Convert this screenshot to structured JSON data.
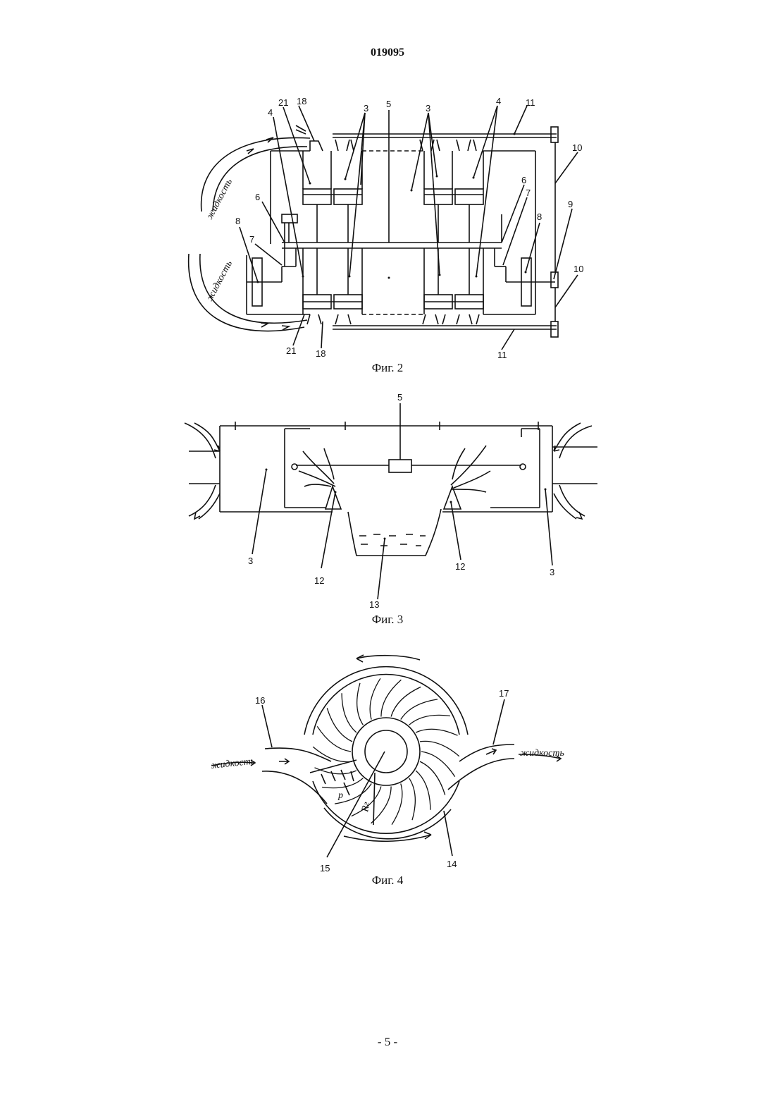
{
  "header": {
    "patent_number": "019095"
  },
  "figure2": {
    "caption": "Фиг. 2",
    "labels": {
      "l21_top": "21",
      "l18_top": "18",
      "l4_left": "4",
      "l3_a": "3",
      "l5": "5",
      "l3_b": "3",
      "l4_right": "4",
      "l11_top": "11",
      "l10_top": "10",
      "l6_right": "6",
      "l7_right": "7",
      "l9": "9",
      "l8_right": "8",
      "l10_bottom": "10",
      "l6_left": "6",
      "l7_left": "7",
      "l8_left": "8",
      "l21_bottom": "21",
      "l18_bottom": "18",
      "l11_bottom": "11"
    },
    "flow_label_upper": "жидкость",
    "flow_label_lower": "жидкость"
  },
  "figure3": {
    "caption": "Фиг. 3",
    "labels": {
      "l5": "5",
      "l3_left": "3",
      "l12_left": "12",
      "l13": "13",
      "l12_right": "12",
      "l3_right": "3"
    }
  },
  "figure4": {
    "caption": "Фиг. 4",
    "labels": {
      "l16": "16",
      "l17": "17",
      "l15": "15",
      "l14": "14",
      "p": "p",
      "rg": "Rг"
    },
    "flow_label_in": "жидкость",
    "flow_label_out": "жидкость"
  },
  "footer": {
    "page_number": "- 5 -"
  }
}
